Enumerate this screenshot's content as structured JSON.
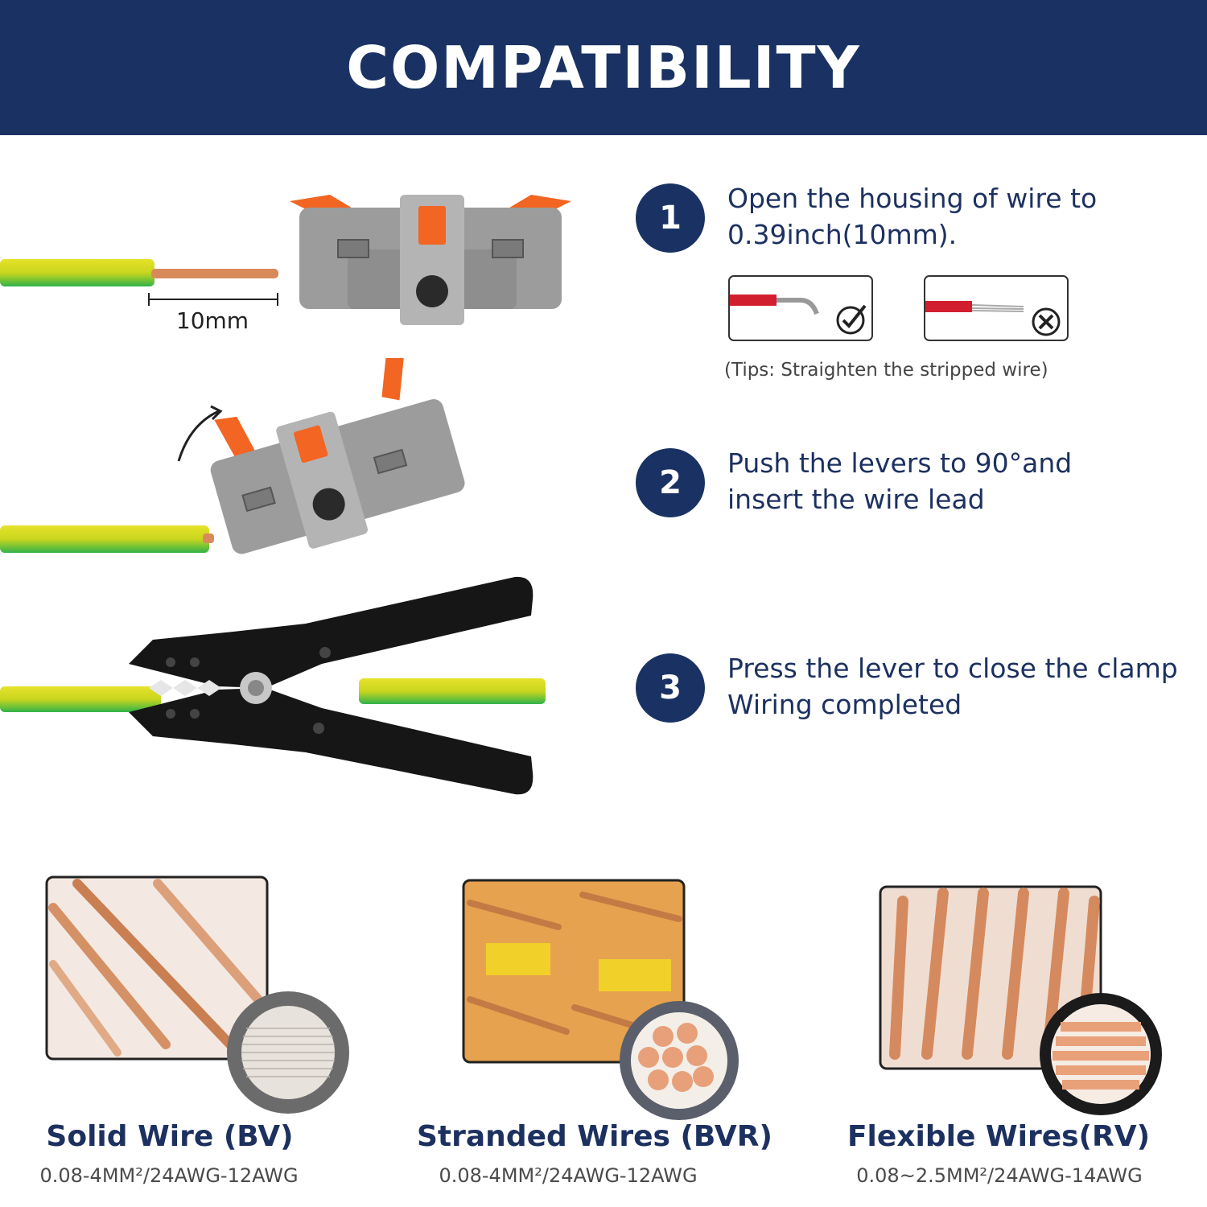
{
  "header": {
    "title": "COMPATIBILITY"
  },
  "colors": {
    "navy": "#1a3263",
    "orange": "#f26522",
    "gray": "#9c9c9c",
    "copper": "#d98a5a"
  },
  "illustration": {
    "strip_length_label": "10mm"
  },
  "steps": [
    {
      "number": "1",
      "lines": [
        "Open the housing of wire to",
        "0.39inch(10mm)."
      ]
    },
    {
      "number": "2",
      "lines": [
        "Push the levers to 90°and",
        "insert the wire lead"
      ]
    },
    {
      "number": "3",
      "lines": [
        "Press the lever to close the clamp",
        "Wiring completed"
      ]
    }
  ],
  "tips": "(Tips: Straighten the stripped wire)",
  "wire_types": [
    {
      "title": "Solid Wire (BV)",
      "spec": "0.08-4MM²/24AWG-12AWG"
    },
    {
      "title": "Stranded Wires (BVR)",
      "spec": "0.08-4MM²/24AWG-12AWG"
    },
    {
      "title": "Flexible Wires(RV)",
      "spec": "0.08~2.5MM²/24AWG-14AWG"
    }
  ]
}
